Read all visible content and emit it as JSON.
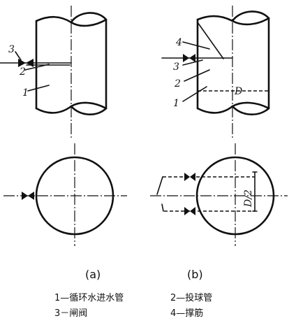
{
  "labels_a": {
    "n1": "1",
    "n2": "2",
    "n3": "3"
  },
  "labels_b": {
    "n1": "1",
    "n2": "2",
    "n3": "3",
    "n4": "4",
    "dim_d": "D",
    "dim_d2": "D/2"
  },
  "subfig": {
    "a": "(a)",
    "b": "(b)"
  },
  "legend": {
    "item1": "1—循环水进水管",
    "item2": "2—投球管",
    "item3": "3－闸阀",
    "item4": "4—撑筋"
  }
}
